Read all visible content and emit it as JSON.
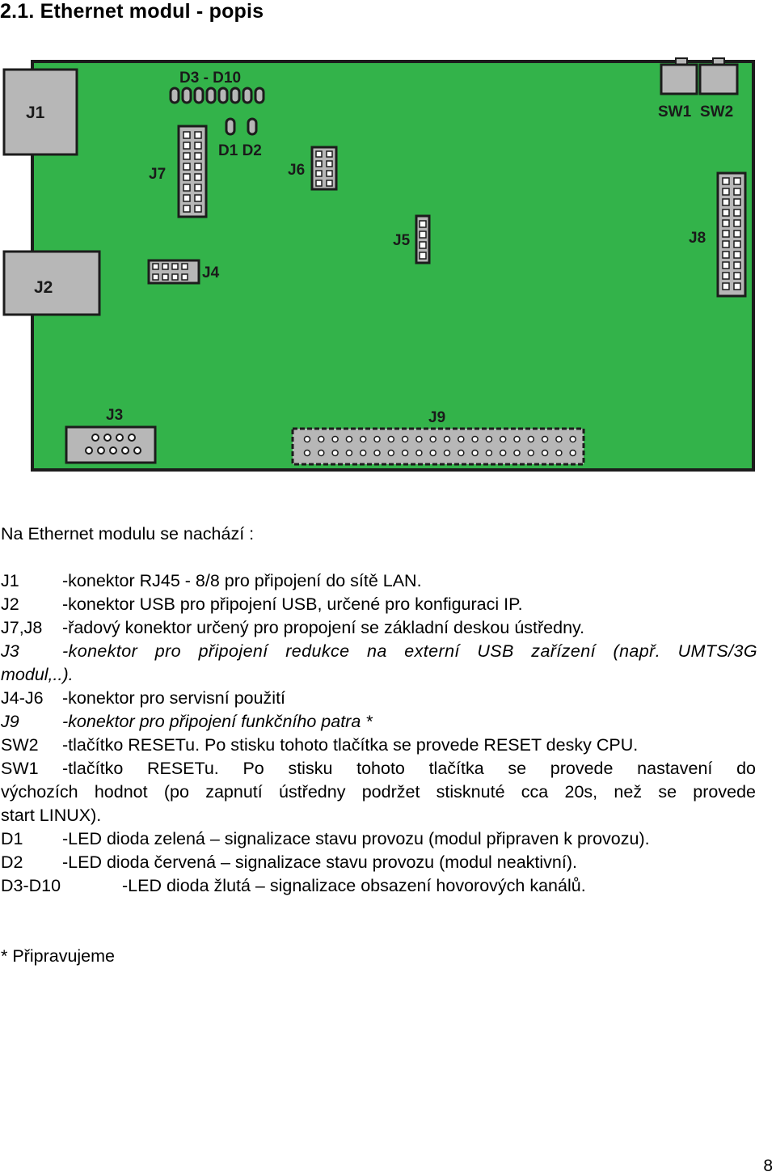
{
  "heading": "2.1. Ethernet modul - popis",
  "board": {
    "labels": {
      "j1": "J1",
      "j2": "J2",
      "j3": "J3",
      "j4": "J4",
      "j5": "J5",
      "j6": "J6",
      "j7": "J7",
      "j8": "J8",
      "j9": "J9",
      "d3d10": "D3 - D10",
      "d1d2": "D1 D2",
      "sw1": "SW1",
      "sw2": "SW2"
    },
    "colors": {
      "pcb": "#33b34a",
      "connector_body": "#b7b7b7",
      "outline": "#1c1c1c"
    }
  },
  "intro": "Na Ethernet modulu se nachází :",
  "items": [
    {
      "key": "J1",
      "text": "-konektor RJ45 - 8/8 pro připojení do sítě LAN."
    },
    {
      "key": "J2",
      "text": "-konektor USB pro připojení USB, určené pro konfiguraci IP."
    },
    {
      "key": "J7,J8",
      "text": "-řadový konektor určený pro propojení se základní deskou ústředny."
    },
    {
      "key": "J3",
      "text": "-konektor pro připojení redukce na externí USB zařízení (např. UMTS/3G",
      "cont": "modul,..)."
    },
    {
      "key": "J4-J6",
      "text": "-konektor pro servisní použití"
    },
    {
      "key": "J9",
      "text": "-konektor pro připojení funkčního patra *"
    },
    {
      "key": "SW2",
      "text": "-tlačítko RESETu. Po stisku tohoto tlačítka se provede RESET desky CPU."
    },
    {
      "key": "SW1",
      "text": "-tlačítko RESETu. Po stisku tohoto tlačítka se provede nastavení do",
      "cont": "výchozích hodnot (po zapnutí ústředny podržet stisknuté cca 20s, než se provede",
      "cont2": "start LINUX)."
    },
    {
      "key": "D1",
      "text": "-LED dioda zelená – signalizace stavu provozu (modul připraven k provozu)."
    },
    {
      "key": "D2",
      "text": "-LED dioda červená – signalizace stavu provozu (modul neaktivní)."
    },
    {
      "key": "D3-D10",
      "text": "-LED dioda žlutá – signalizace obsazení hovorových kanálů."
    }
  ],
  "footnote": "* Připravujeme",
  "page_number": "8"
}
